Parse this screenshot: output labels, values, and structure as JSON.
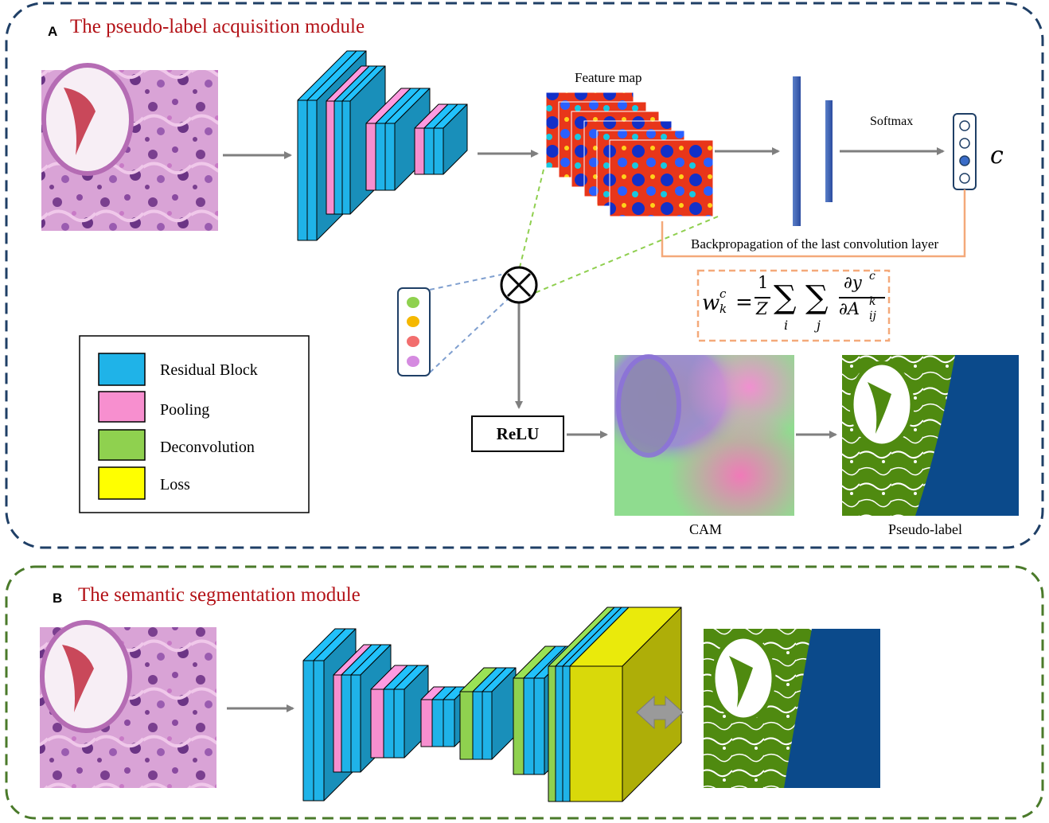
{
  "panel_a": {
    "letter": "A",
    "title": "The pseudo-label acquisition module",
    "feature_map_label": "Feature map",
    "softmax_label": "Softmax",
    "class_symbol": "c",
    "backprop_label": "Backpropagation of the last convolution layer",
    "formula": {
      "lhs_base": "w",
      "lhs_sup": "c",
      "lhs_sub": "k",
      "equals": "=",
      "frac_num": "1",
      "frac_den": "Z",
      "sum1": "∑",
      "sum1_index": "i",
      "sum2": "∑",
      "sum2_index": "j",
      "deriv_num": "∂y",
      "deriv_num_sup": "c",
      "deriv_den": "∂A",
      "deriv_den_sup": "k",
      "deriv_den_sub": "ij"
    },
    "multiply_symbol": "⊗",
    "relu_label": "ReLU",
    "cam_label": "CAM",
    "pseudo_label": "Pseudo-label"
  },
  "legend": {
    "items": [
      {
        "label": "Residual Block",
        "color": "#1fb3e8"
      },
      {
        "label": "Pooling",
        "color": "#f78fcf"
      },
      {
        "label": "Deconvolution",
        "color": "#8fd14f"
      },
      {
        "label": "Loss",
        "color": "#ffff00"
      }
    ]
  },
  "panel_b": {
    "letter": "B",
    "title": "The semantic segmentation module"
  },
  "colors": {
    "panel_a_border": "#1f3f66",
    "panel_b_border": "#4a7a2a",
    "arrow": "#7f7f7f",
    "title_red": "#b31217",
    "backprop_line": "#f4a97a",
    "vector_dots": [
      "#8fd14f",
      "#f5b800",
      "#f26e6e",
      "#d58be0"
    ],
    "segmentation_green": "#4f8a10",
    "segmentation_blue": "#0b4a8b"
  },
  "icons": [
    "multiply-circle-icon",
    "double-arrow-icon"
  ]
}
